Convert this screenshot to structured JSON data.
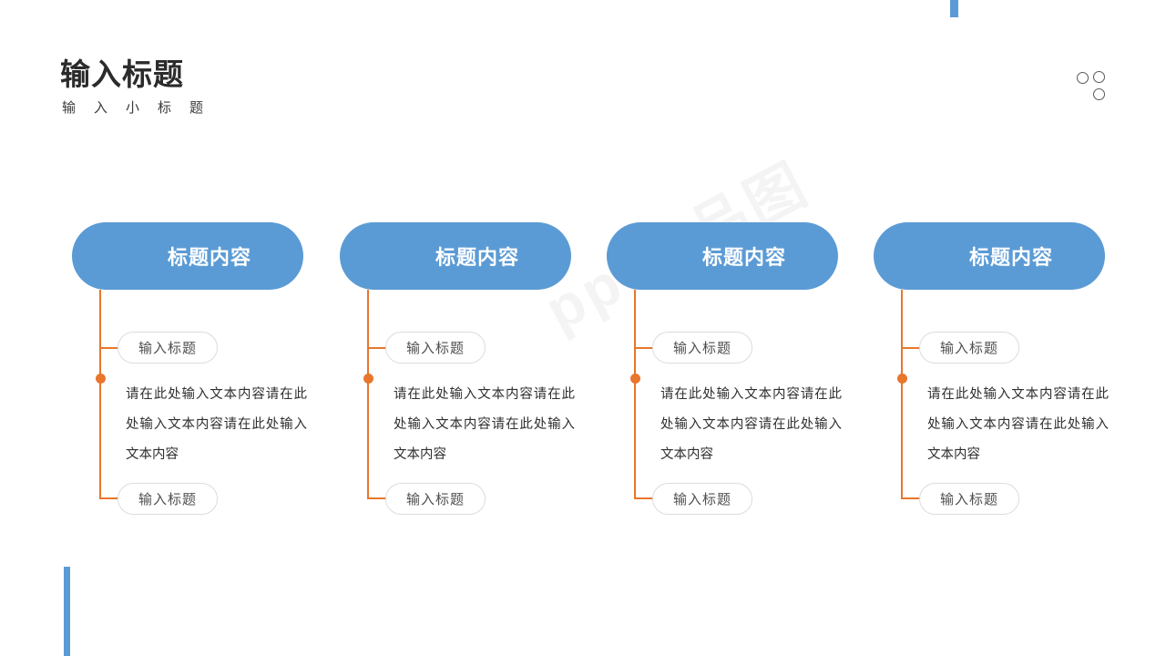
{
  "slide": {
    "background_color": "#ffffff",
    "accent_blue": "#5b9bd5",
    "accent_orange": "#e8762c",
    "watermark_text": "ppt优品图"
  },
  "header": {
    "title": "输入标题",
    "subtitle": "输入小标题"
  },
  "decoration": {
    "top_bar_color": "#5a9bd5",
    "bottom_bar_color": "#5a9bd5",
    "circles_count": 3
  },
  "columns": [
    {
      "heading": "标题内容",
      "sub_label_top": "输入标题",
      "body": "请在此处输入文本内容请在此处输入文本内容请在此处输入文本内容",
      "sub_label_bottom": "输入标题"
    },
    {
      "heading": "标题内容",
      "sub_label_top": "输入标题",
      "body": "请在此处输入文本内容请在此处输入文本内容请在此处输入文本内容",
      "sub_label_bottom": "输入标题"
    },
    {
      "heading": "标题内容",
      "sub_label_top": "输入标题",
      "body": "请在此处输入文本内容请在此处输入文本内容请在此处输入文本内容",
      "sub_label_bottom": "输入标题"
    },
    {
      "heading": "标题内容",
      "sub_label_top": "输入标题",
      "body": "请在此处输入文本内容请在此处输入文本内容请在此处输入文本内容",
      "sub_label_bottom": "输入标题"
    }
  ]
}
